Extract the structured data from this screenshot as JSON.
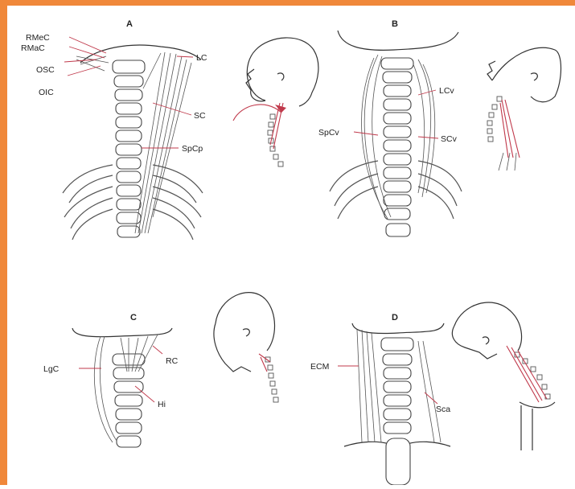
{
  "figure": {
    "border_color": "#f0883a",
    "accent_color": "#c0394b",
    "panels": [
      {
        "id": "A",
        "labels": [
          "RMeC",
          "RMaC",
          "OSC",
          "OIC",
          "LC",
          "SC",
          "SpCp"
        ]
      },
      {
        "id": "B",
        "labels": [
          "LCv",
          "SpCv",
          "SCv"
        ]
      },
      {
        "id": "C",
        "labels": [
          "RC",
          "LgC",
          "Hi"
        ]
      },
      {
        "id": "D",
        "labels": [
          "ECM",
          "Sca"
        ]
      }
    ]
  }
}
